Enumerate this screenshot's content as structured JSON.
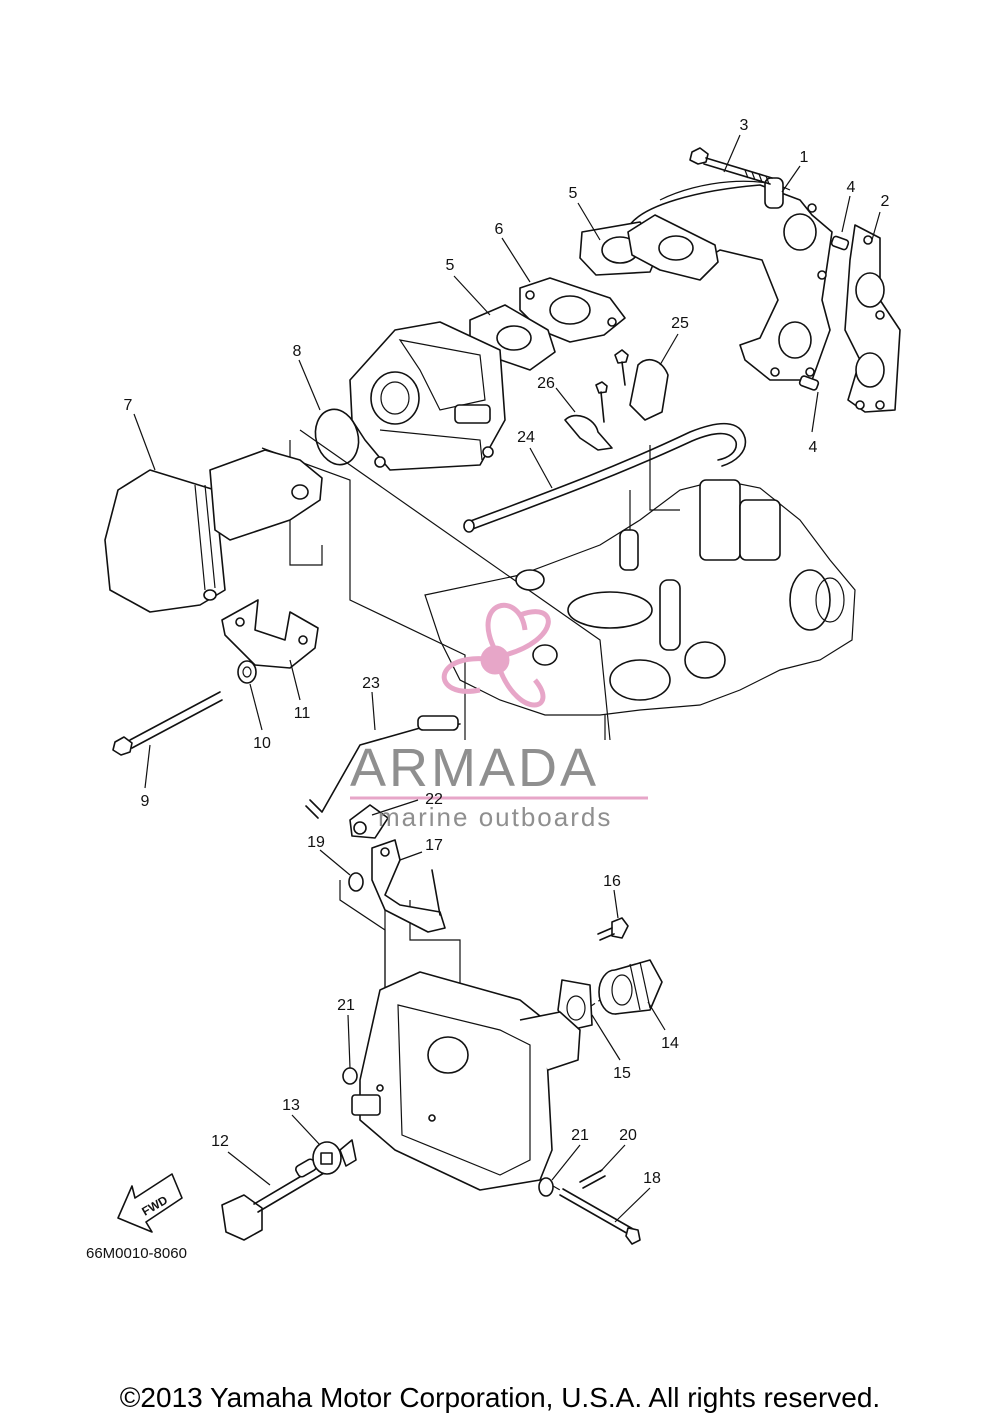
{
  "diagram": {
    "code": "66M0010-8060",
    "direction_label": "FWD",
    "callouts": [
      "1",
      "2",
      "3",
      "4",
      "4",
      "5",
      "5",
      "6",
      "7",
      "8",
      "9",
      "10",
      "11",
      "12",
      "13",
      "14",
      "15",
      "16",
      "17",
      "18",
      "19",
      "20",
      "21",
      "21",
      "22",
      "23",
      "24",
      "25",
      "26"
    ]
  },
  "watermark": {
    "brand": "ARMADA",
    "tagline": "marine outboards",
    "color": "#e7a6c8"
  },
  "footer": {
    "copyright": "©2013 Yamaha Motor Corporation, U.S.A. All rights reserved."
  }
}
